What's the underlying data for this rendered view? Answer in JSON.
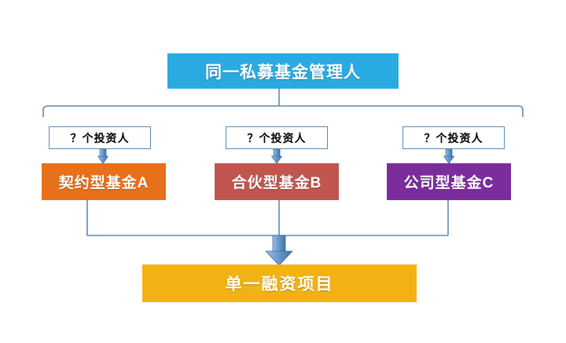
{
  "diagram": {
    "title_box": {
      "label": "同一私募基金管理人",
      "color": "#29ABE2"
    },
    "investor_labels": [
      {
        "label": "？个投资人"
      },
      {
        "label": "？个投资人"
      },
      {
        "label": "？个投资人"
      }
    ],
    "funds": [
      {
        "label": "契约型基金A",
        "color": "#E8701A"
      },
      {
        "label": "合伙型基金B",
        "color": "#C0564F"
      },
      {
        "label": "公司型基金C",
        "color": "#7B2D9E"
      }
    ],
    "project_box": {
      "label": "单一融资项目",
      "color": "#F2B213"
    },
    "connector_color": "#5B8BB5",
    "arrow_fill": "#5E8FC4"
  }
}
